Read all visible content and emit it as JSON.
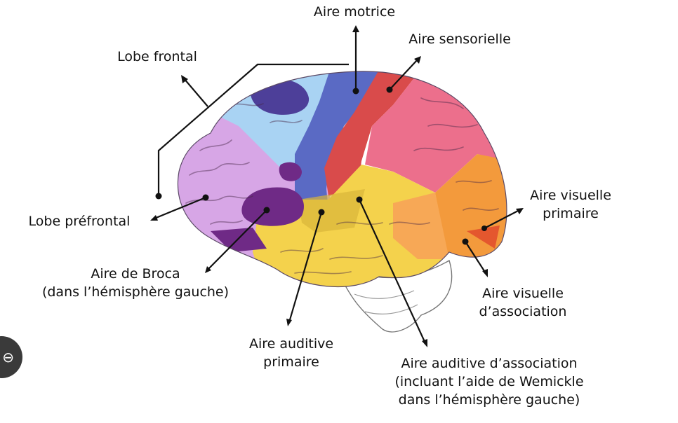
{
  "labels": {
    "aire_motrice": "Aire motrice",
    "aire_sensorielle": "Aire sensorielle",
    "lobe_frontal": "Lobe frontal",
    "lobe_prefrontal": "Lobe préfrontal",
    "aire_broca_1": "Aire de Broca",
    "aire_broca_2": "(dans l’hémisphère gauche)",
    "aire_visuelle_primaire_1": "Aire visuelle",
    "aire_visuelle_primaire_2": "primaire",
    "aire_visuelle_assoc_1": "Aire visuelle",
    "aire_visuelle_assoc_2": "d’association",
    "aire_auditive_primaire_1": "Aire auditive",
    "aire_auditive_primaire_2": "primaire",
    "aire_auditive_assoc_1": "Aire auditive d’association",
    "aire_auditive_assoc_2": "(incluant l’aide de Wemickle",
    "aire_auditive_assoc_3": "dans l’hémisphère gauche)"
  },
  "colors": {
    "prefrontal": "#d7a6e6",
    "frontal": "#a9d3f3",
    "frontal_dark": "#4d3f99",
    "motor": "#5a6ac4",
    "sensory": "#d94b4b",
    "parietal": "#ec6f8c",
    "temporal": "#f4d24c",
    "occipital": "#f39a3c",
    "broca": "#6f2a86",
    "cerebellum": "#ffffff"
  },
  "side_button": {
    "icon": "partial-circle-button-icon",
    "glyph": "⊖"
  }
}
